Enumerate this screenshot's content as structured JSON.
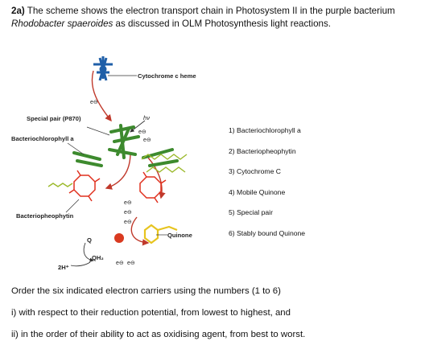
{
  "question": {
    "number": "2a)",
    "line1": " The scheme shows the electron transport chain in Photosystem II in the purple bacterium",
    "organism": "Rhodobacter spaeroides",
    "line2_rest": " as discussed in OLM Photosynthesis light reactions."
  },
  "figure": {
    "labels": {
      "cytochrome": "Cytochrome c heme",
      "hv": "hν",
      "special_pair": "Special pair (P870)",
      "bchl": "Bacteriochlorophyll a",
      "bpheo": "Bacteriopheophytin",
      "quinone": "Quinone",
      "q": "Q",
      "qh2": "QH₂",
      "protons": "2H⁺",
      "electron": "e⊖"
    },
    "colors": {
      "cofactor_green": "#3d8a2e",
      "heme_red": "#e0301e",
      "quinone_yellow": "#e7c41f",
      "heme_blue": "#1f5fa8",
      "arrow_red": "#c0392b"
    }
  },
  "carriers": [
    "1) Bacteriochlorophyll a",
    "2) Bacteriopheophytin",
    "3) Cytochrome C",
    "4) Mobile Quinone",
    "5) Special pair",
    "6) Stably bound Quinone"
  ],
  "instructions": {
    "prompt": "Order the six indicated electron carriers using the numbers (1 to 6)",
    "part_i": "i) with respect to their reduction potential, from lowest to highest, and",
    "part_ii": "ii) in the order of their ability to act as oxidising agent, from best to worst."
  }
}
